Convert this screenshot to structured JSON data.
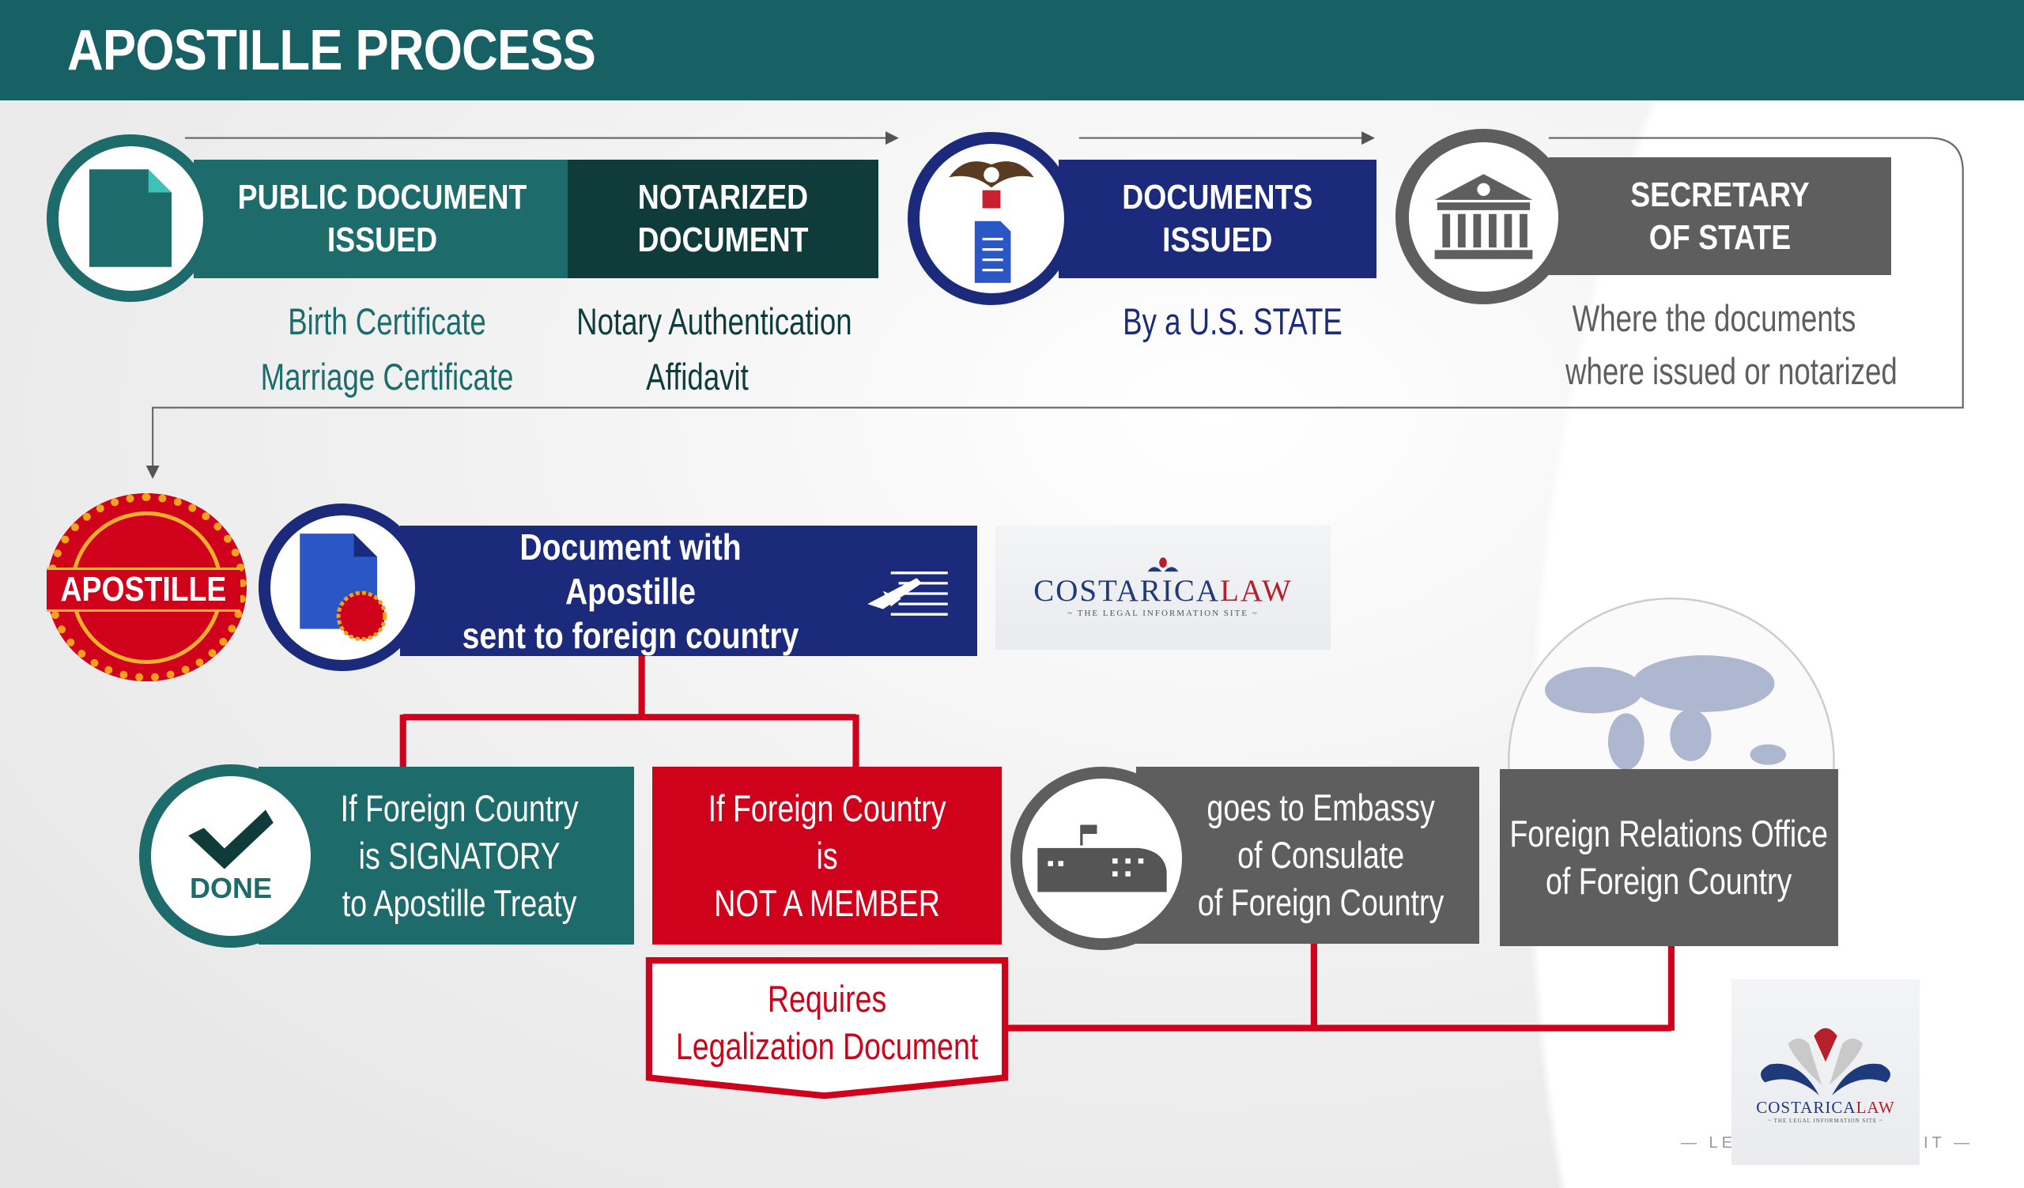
{
  "title": "APOSTILLE PROCESS",
  "colors": {
    "teal": "#1d6b6b",
    "dark_teal": "#0f3b3a",
    "navy": "#1b2a7a",
    "gray": "#5e5e5e",
    "red": "#d0021b"
  },
  "steps": {
    "public_document": {
      "label": "PUBLIC DOCUMENT ISSUED",
      "examples": [
        "Birth Certificate",
        "Marriage Certificate"
      ],
      "icon": "document-icon"
    },
    "notarized": {
      "label": "NOTARIZED DOCUMENT",
      "examples": [
        "Notary Authentication",
        "Affidavit"
      ]
    },
    "documents_issued": {
      "label": "DOCUMENTS ISSUED",
      "detail": "By a U.S. STATE",
      "icon": "eagle-seal-icon"
    },
    "secretary": {
      "label": "SECRETARY OF STATE",
      "detail_lines": [
        "Where the documents",
        "where issued or notarized"
      ],
      "icon": "government-building-icon"
    },
    "apostille_seal": "APOSTILLE",
    "sent": {
      "lines": [
        "Document with Apostille",
        "sent to foreign country"
      ],
      "icon": "airplane-mail-icon"
    },
    "signatory": {
      "badge": "DONE",
      "lines": [
        "If Foreign Country",
        "is SIGNATORY",
        "to Apostille Treaty"
      ]
    },
    "not_member": {
      "lines": [
        "If Foreign Country",
        "is",
        "NOT A MEMBER"
      ]
    },
    "requires": {
      "lines": [
        "Requires",
        "Legalization Document"
      ]
    },
    "embassy": {
      "lines": [
        "goes to Embassy",
        "of Consulate",
        "of Foreign Country"
      ],
      "icon": "embassy-building-icon"
    },
    "foreign_relations": {
      "lines": [
        "Foreign Relations Office",
        "of Foreign Country"
      ],
      "icon": "world-map-icon"
    }
  },
  "logo": {
    "name_a": "COSTARICA",
    "name_b": "LAW",
    "tagline": "~ THE LEGAL INFORMATION SITE ~",
    "bg_text_left": "— LE",
    "bg_text_right": "IT —"
  }
}
